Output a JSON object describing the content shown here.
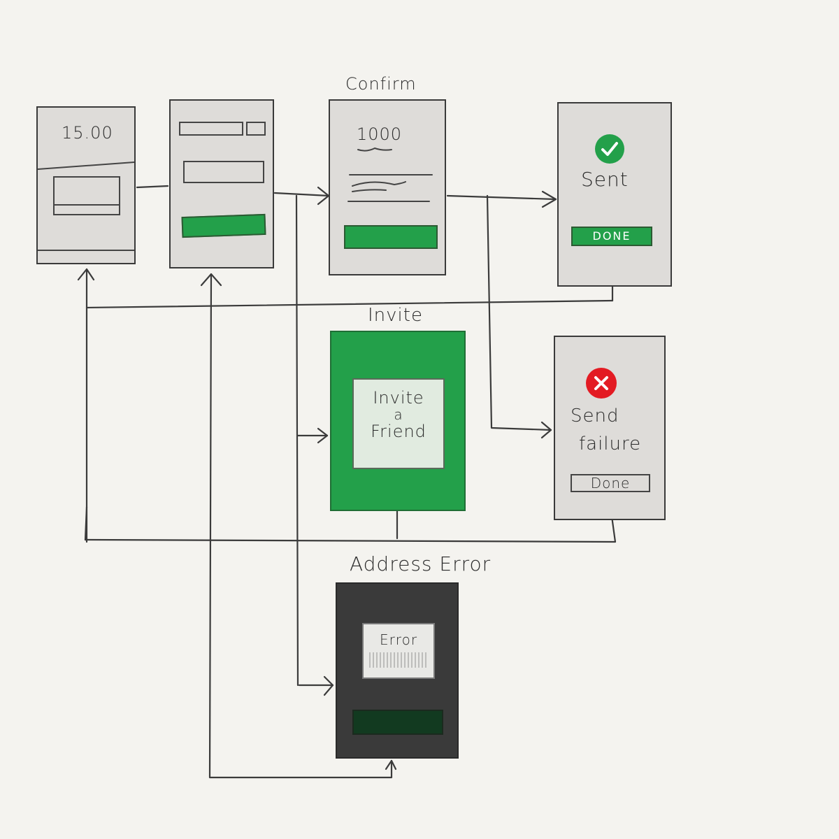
{
  "screens": {
    "amount": {
      "value": "15.00"
    },
    "confirm": {
      "title": "Confirm",
      "amount": "1000"
    },
    "sent": {
      "label": "Sent",
      "button": "DONE"
    },
    "invite": {
      "title": "Invite",
      "card_line1": "Invite",
      "card_line2": "a",
      "card_line3": "Friend"
    },
    "failure": {
      "label_line1": "Send",
      "label_line2": "failure",
      "button": "Done"
    },
    "address_error": {
      "title": "Address Error",
      "dialog": "Error"
    }
  },
  "colors": {
    "accent_green": "#23a04a",
    "error_red": "#e31b23",
    "dark_screen": "#3a3a3a",
    "paper": "#f4f3ef",
    "screen_gray": "#dedcd9"
  },
  "icons": [
    "checkmark-icon",
    "x-icon"
  ]
}
